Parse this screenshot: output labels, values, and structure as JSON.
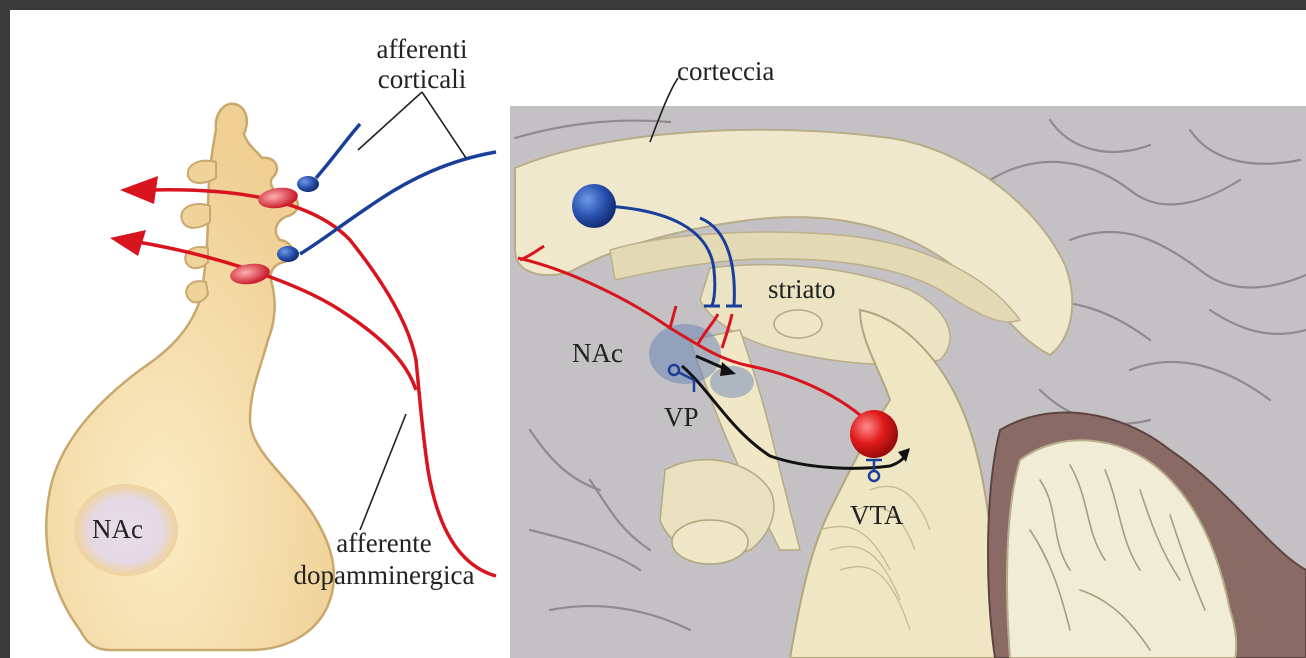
{
  "labels": {
    "afferenti_corticali_1": "afferenti",
    "afferenti_corticali_2": "corticali",
    "corteccia": "corteccia",
    "striato": "striato",
    "nac_brain": "NAc",
    "vp": "VP",
    "vta": "VTA",
    "nac_cell": "NAc",
    "afferente_dop_1": "afferente",
    "afferente_dop_2": "dopamminergica"
  },
  "colors": {
    "dopamine_red": "#d8141e",
    "cortical_blue": "#1a3f9a",
    "neuron_fill": "#f0d39a",
    "brain_gray": "#c2bfc2",
    "brain_cream": "#ece4c6",
    "pathway_black": "#111111"
  }
}
